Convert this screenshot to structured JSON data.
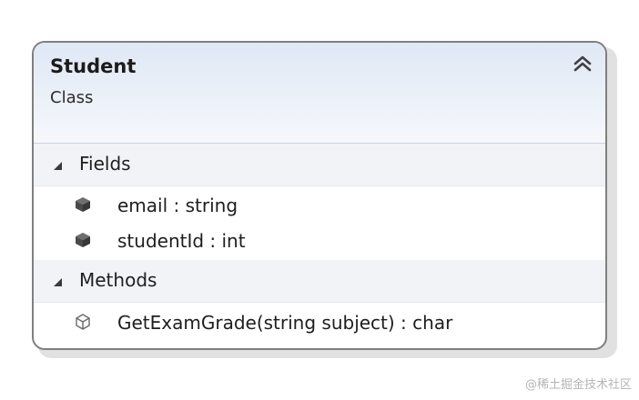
{
  "class": {
    "name": "Student",
    "kind": "Class"
  },
  "sections": {
    "fields": {
      "label": "Fields",
      "items": [
        {
          "text": "email : string",
          "icon": "field-icon"
        },
        {
          "text": "studentId : int",
          "icon": "field-icon"
        }
      ]
    },
    "methods": {
      "label": "Methods",
      "items": [
        {
          "text": "GetExamGrade(string subject) : char",
          "icon": "method-icon"
        }
      ]
    }
  },
  "watermark": "@稀土掘金技术社区",
  "colors": {
    "header_gradient_top": "#dfe8f5",
    "header_gradient_bottom": "#f6f8fb",
    "border": "#7f7f7f",
    "section_bg": "#f1f3f6",
    "icon": "#4a4a4a"
  }
}
